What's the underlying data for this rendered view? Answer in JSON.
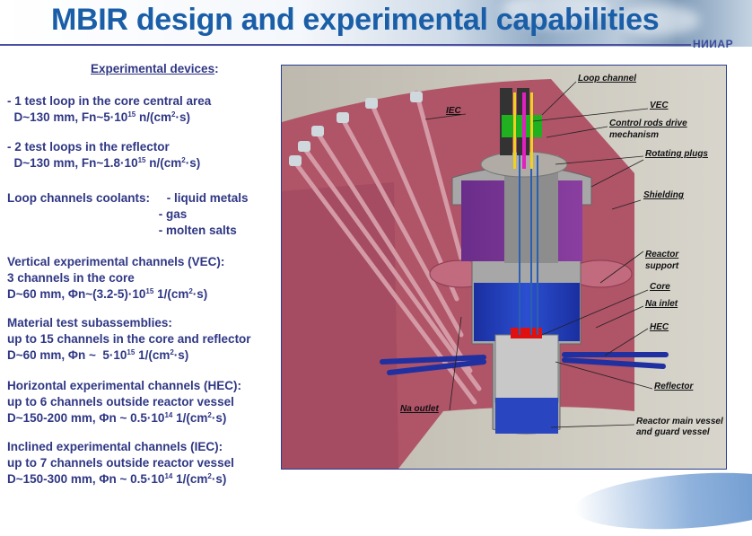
{
  "header": {
    "title": "MBIR design and experimental capabilities",
    "logo": "НИИАР"
  },
  "left": {
    "heading": "Experimental devices",
    "heading_suffix": ":",
    "blocks": [
      [
        [
          {
            "t": "- 1 test loop in the core central area"
          }
        ],
        [
          {
            "t": "  D~130 mm, Fn~5·10"
          },
          {
            "t": "15",
            "sup": true
          },
          {
            "t": " n/(cm"
          },
          {
            "t": "2",
            "sup": true
          },
          {
            "t": "·s)"
          }
        ]
      ],
      [
        [
          {
            "t": "- 2 test loops in the reflector"
          }
        ],
        [
          {
            "t": "  D~130 mm, Fn~1.8·10"
          },
          {
            "t": "15",
            "sup": true
          },
          {
            "t": " n/(cm"
          },
          {
            "t": "2",
            "sup": true
          },
          {
            "t": "·s)"
          }
        ]
      ],
      [
        [
          {
            "t": "Loop channels coolants:     - liquid metals"
          }
        ],
        [
          {
            "t": "                                             - gas"
          }
        ],
        [
          {
            "t": "                                             - molten salts"
          }
        ]
      ],
      [
        [
          {
            "t": "Vertical experimental channels (VEC):"
          }
        ],
        [
          {
            "t": "3 channels in the core"
          }
        ],
        [
          {
            "t": "D~60 mm, Φn~(3.2-5)·10"
          },
          {
            "t": "15",
            "sup": true
          },
          {
            "t": " 1/(cm"
          },
          {
            "t": "2",
            "sup": true
          },
          {
            "t": "·s)"
          }
        ]
      ],
      [
        [
          {
            "t": "Material test subassemblies:"
          }
        ],
        [
          {
            "t": "up to 15 channels in the core and reflector"
          }
        ],
        [
          {
            "t": "D~60 mm, Φn ~  5·10"
          },
          {
            "t": "15",
            "sup": true
          },
          {
            "t": " 1/(cm"
          },
          {
            "t": "2",
            "sup": true
          },
          {
            "t": "·s)"
          }
        ]
      ],
      [
        [
          {
            "t": "Horizontal experimental channels (HEC):"
          }
        ],
        [
          {
            "t": "up to 6 channels outside reactor vessel"
          }
        ],
        [
          {
            "t": "D~150-200 mm, Φn ~ 0.5·10"
          },
          {
            "t": "14",
            "sup": true
          },
          {
            "t": " 1/(cm"
          },
          {
            "t": "2",
            "sup": true
          },
          {
            "t": "·s)"
          }
        ]
      ],
      [
        [
          {
            "t": "Inclined experimental channels (IEC):"
          }
        ],
        [
          {
            "t": "up to 7 channels outside reactor vessel"
          }
        ],
        [
          {
            "t": "D~150-300 mm, Φn ~ 0.5·10"
          },
          {
            "t": "14",
            "sup": true
          },
          {
            "t": " 1/(cm"
          },
          {
            "t": "2",
            "sup": true
          },
          {
            "t": "·s)"
          }
        ]
      ]
    ]
  },
  "diagram": {
    "labels": {
      "loop_channel": "Loop channel",
      "vec": "VEC",
      "crdm_1": "Control rods drive",
      "crdm_2": "mechanism",
      "rotating_plugs": "Rotating plugs",
      "shielding": "Shielding",
      "support_1": "Reactor",
      "support_2": "support",
      "core": "Core",
      "na_inlet": "Na inlet",
      "hec": "HEC",
      "reflector": "Reflector",
      "vessel_1": "Reactor main vessel",
      "vessel_2": "and guard vessel",
      "na_outlet": "Na outlet",
      "iec": "IEC"
    }
  }
}
